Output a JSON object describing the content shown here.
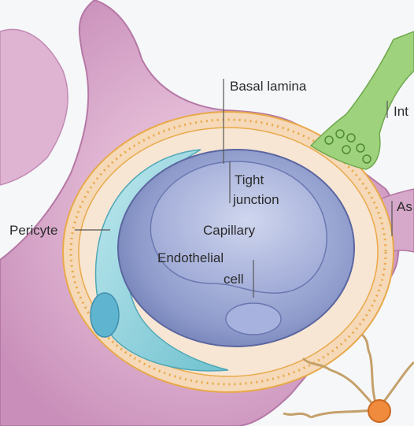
{
  "labels": {
    "basal_lamina": "Basal lamina",
    "interneuron_partial": "Int",
    "tight_junction_line1": "Tight",
    "tight_junction_line2": "junction",
    "astrocyte_partial": "As",
    "pericyte": "Pericyte",
    "capillary": "Capillary",
    "endothelial_line1": "Endothelial",
    "endothelial_line2": "cell"
  },
  "colors": {
    "astrocyte": "#c98fba",
    "astrocyte_light": "#e7c5dc",
    "basal_lamina_band": "#f5d9b8",
    "basal_lamina_dots": "#e8a94a",
    "pericyte": "#8fd0da",
    "endothelial": "#8994c4",
    "capillary_lumen": "#aab5dc",
    "interneuron": "#8dc46a",
    "neuron_body": "#f08a3c"
  }
}
